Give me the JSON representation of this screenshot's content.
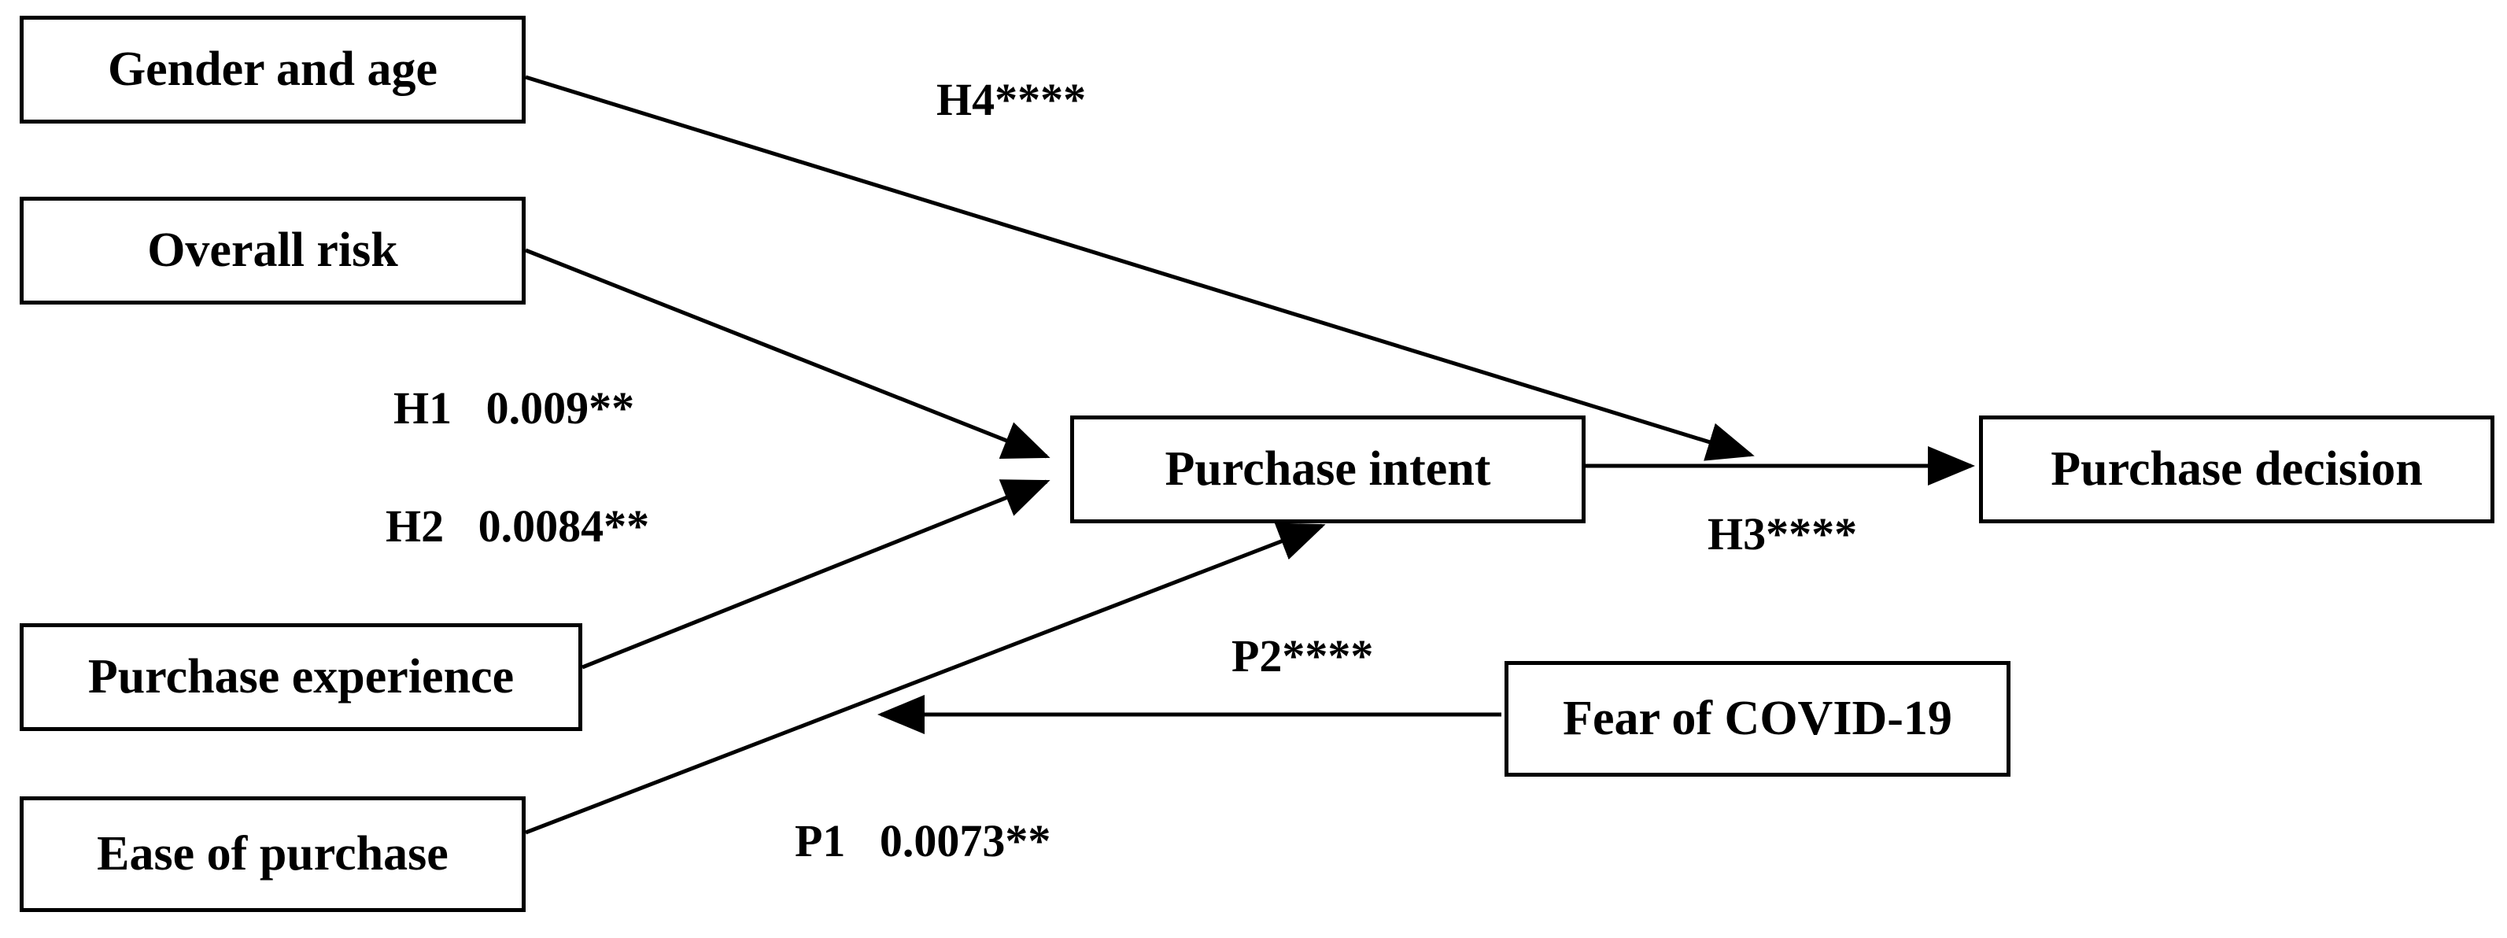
{
  "nodes": {
    "gender_age": "Gender and age",
    "overall_risk": "Overall risk",
    "purchase_experience": "Purchase experience",
    "ease_of_purchase": "Ease of purchase",
    "purchase_intent": "Purchase intent",
    "purchase_decision": "Purchase decision",
    "fear_covid": "Fear of COVID-19"
  },
  "labels": {
    "h4": "H4****",
    "h1": "H1   0.009**",
    "h2": "H2   0.0084**",
    "h3": "H3****",
    "p2": "P2****",
    "p1": "P1   0.0073**"
  },
  "colors": {
    "line": "#000000",
    "background": "#ffffff"
  }
}
